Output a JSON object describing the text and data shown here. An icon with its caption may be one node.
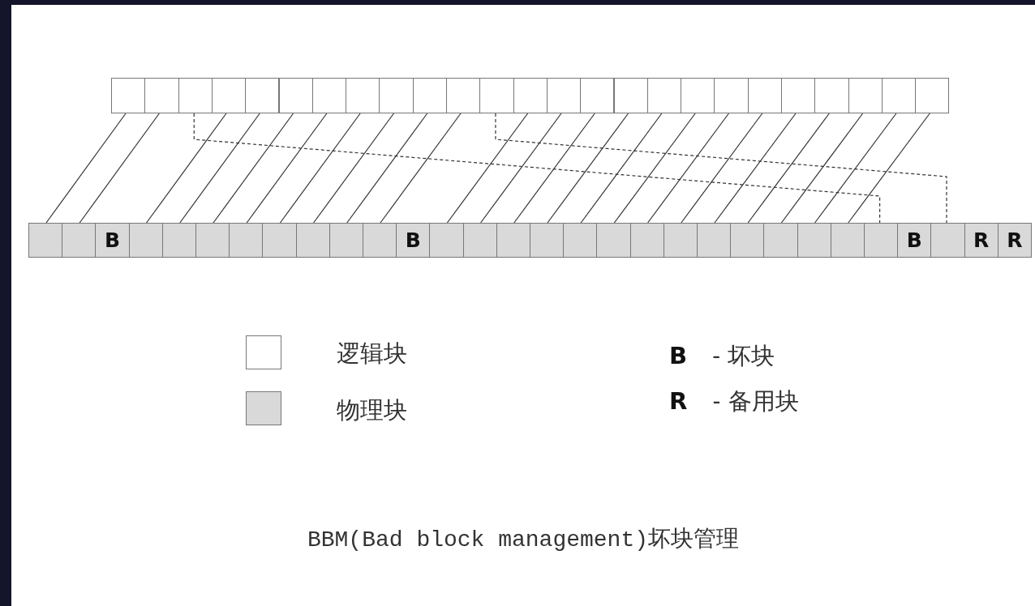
{
  "diagram": {
    "caption": "BBM(Bad block management)坏块管理",
    "nodes": [
      {
        "text": [],
        "shape": "box"
      },
      {
        "text": [],
        "shape": "box"
      },
      {
        "text": [],
        "shape": "box"
      },
      {
        "text": [],
        "shape": "box"
      },
      {
        "text": [],
        "shape": "box"
      },
      {
        "text": [],
        "shape": "box"
      },
      {
        "text": [],
        "shape": "box"
      },
      {
        "text": [],
        "shape": "box"
      },
      {
        "text": [],
        "shape": "box"
      },
      {
        "text": [],
        "shape": "box"
      },
      {
        "text": [],
        "shape": "box"
      },
      {
        "text": [],
        "shape": "box"
      },
      {
        "text": [],
        "shape": "box"
      },
      {
        "text": [],
        "shape": "box"
      },
      {
        "text": [],
        "shape": "box"
      },
      {
        "text": [],
        "shape": "box"
      },
      {
        "text": [],
        "shape": "box"
      },
      {
        "text": [],
        "shape": "box"
      },
      {
        "text": [],
        "shape": "box"
      },
      {
        "text": [],
        "shape": "box"
      },
      {
        "text": [],
        "shape": "box"
      },
      {
        "text": [],
        "shape": "box"
      },
      {
        "text": [],
        "shape": "box"
      },
      {
        "text": [],
        "shape": "box"
      },
      {
        "text": [],
        "shape": "box"
      },
      {
        "text": [],
        "shape": "box"
      },
      {
        "text": [],
        "shape": "box"
      },
      {
        "text": [
          "B"
        ]
      },
      {
        "text": [],
        "shape": "box"
      },
      {
        "text": [],
        "shape": "box"
      },
      {
        "text": [],
        "shape": "box"
      },
      {
        "text": [],
        "shape": "box"
      },
      {
        "text": [],
        "shape": "box"
      },
      {
        "text": [],
        "shape": "box"
      },
      {
        "text": [],
        "shape": "box"
      },
      {
        "text": [],
        "shape": "box"
      },
      {
        "text": [
          "B"
        ]
      },
      {
        "text": [],
        "shape": "box"
      },
      {
        "text": [],
        "shape": "box"
      },
      {
        "text": [],
        "shape": "box"
      },
      {
        "text": [],
        "shape": "box"
      },
      {
        "text": [],
        "shape": "box"
      },
      {
        "text": [],
        "shape": "box"
      },
      {
        "text": [],
        "shape": "box"
      },
      {
        "text": [],
        "shape": "box"
      },
      {
        "text": [],
        "shape": "box"
      },
      {
        "text": [],
        "shape": "box"
      },
      {
        "text": [],
        "shape": "box"
      },
      {
        "text": [],
        "shape": "box"
      },
      {
        "text": [],
        "shape": "box"
      },
      {
        "text": [],
        "shape": "box"
      },
      {
        "text": [
          "B"
        ]
      },
      {
        "text": [],
        "shape": "box"
      },
      {
        "text": [
          "R"
        ]
      },
      {
        "text": [
          "R"
        ]
      }
    ],
    "edges": [
      {
        "from": 0,
        "to": 25,
        "arrow": "none"
      },
      {
        "from": 1,
        "to": 26,
        "arrow": "none"
      },
      {
        "from": 2,
        "to": 50,
        "arrow": "none",
        "style": "dashed"
      },
      {
        "from": 3,
        "to": 28,
        "arrow": "none"
      },
      {
        "from": 4,
        "to": 29,
        "arrow": "none"
      },
      {
        "from": 5,
        "to": 30,
        "arrow": "none"
      },
      {
        "from": 6,
        "to": 31,
        "arrow": "none"
      },
      {
        "from": 7,
        "to": 32,
        "arrow": "none"
      },
      {
        "from": 8,
        "to": 33,
        "arrow": "none"
      },
      {
        "from": 9,
        "to": 34,
        "arrow": "none"
      },
      {
        "from": 10,
        "to": 35,
        "arrow": "none"
      },
      {
        "from": 11,
        "to": 52,
        "arrow": "none",
        "style": "dashed"
      },
      {
        "from": 12,
        "to": 37,
        "arrow": "none"
      },
      {
        "from": 13,
        "to": 38,
        "arrow": "none"
      },
      {
        "from": 14,
        "to": 39,
        "arrow": "none"
      },
      {
        "from": 15,
        "to": 40,
        "arrow": "none"
      },
      {
        "from": 16,
        "to": 41,
        "arrow": "none"
      },
      {
        "from": 17,
        "to": 42,
        "arrow": "none"
      },
      {
        "from": 18,
        "to": 43,
        "arrow": "none"
      },
      {
        "from": 19,
        "to": 44,
        "arrow": "none"
      },
      {
        "from": 20,
        "to": 45,
        "arrow": "none"
      },
      {
        "from": 21,
        "to": 46,
        "arrow": "none"
      },
      {
        "from": 22,
        "to": 47,
        "arrow": "none"
      },
      {
        "from": 23,
        "to": 48,
        "arrow": "none"
      },
      {
        "from": 24,
        "to": 49,
        "arrow": "none"
      }
    ],
    "labels": [
      "**B** - 坏块",
      "**R** - 备用块"
    ],
    "legend": [
      {
        "text": "逻辑块",
        "color": "#ffffff"
      },
      {
        "text": "物理块",
        "color": "#d9d9d9"
      }
    ]
  }
}
